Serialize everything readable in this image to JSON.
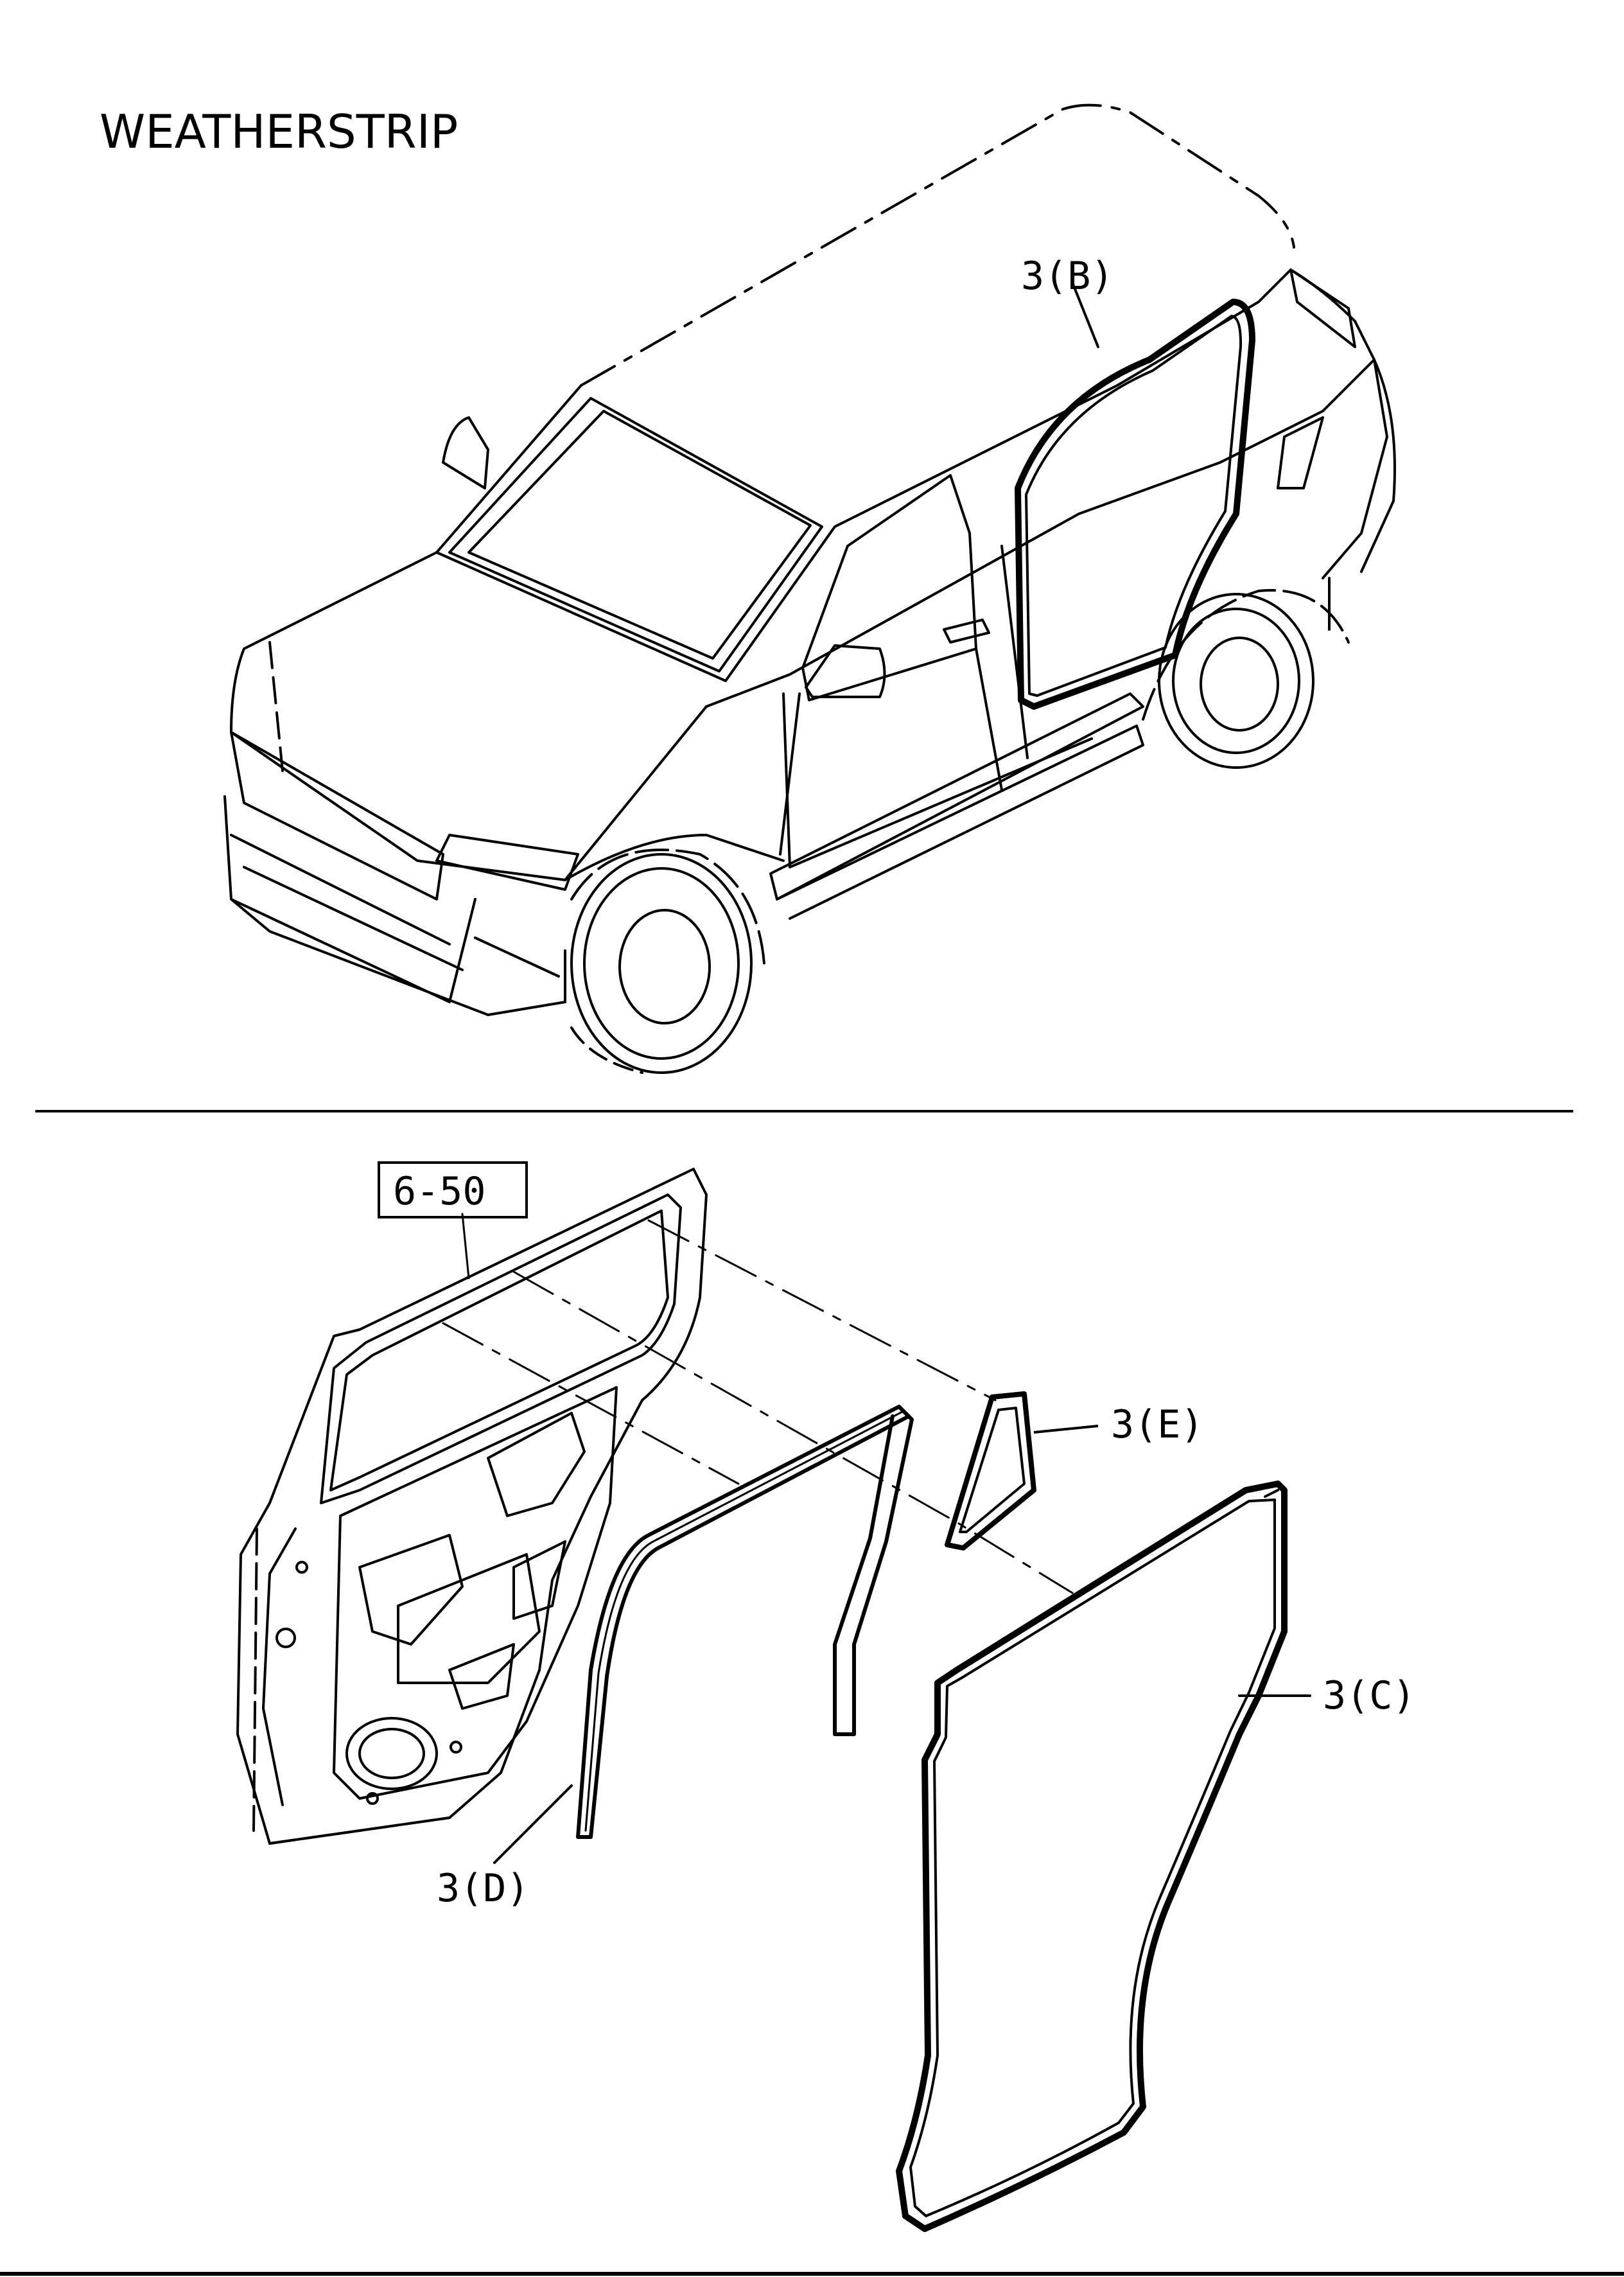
{
  "title": "WEATHERSTRIP",
  "callouts": {
    "top_b": "3(B)",
    "ref_box": "6-50",
    "e": "3(E)",
    "c": "3(C)",
    "d": "3(D)"
  },
  "colors": {
    "line": "#000000",
    "background": "#ffffff"
  }
}
